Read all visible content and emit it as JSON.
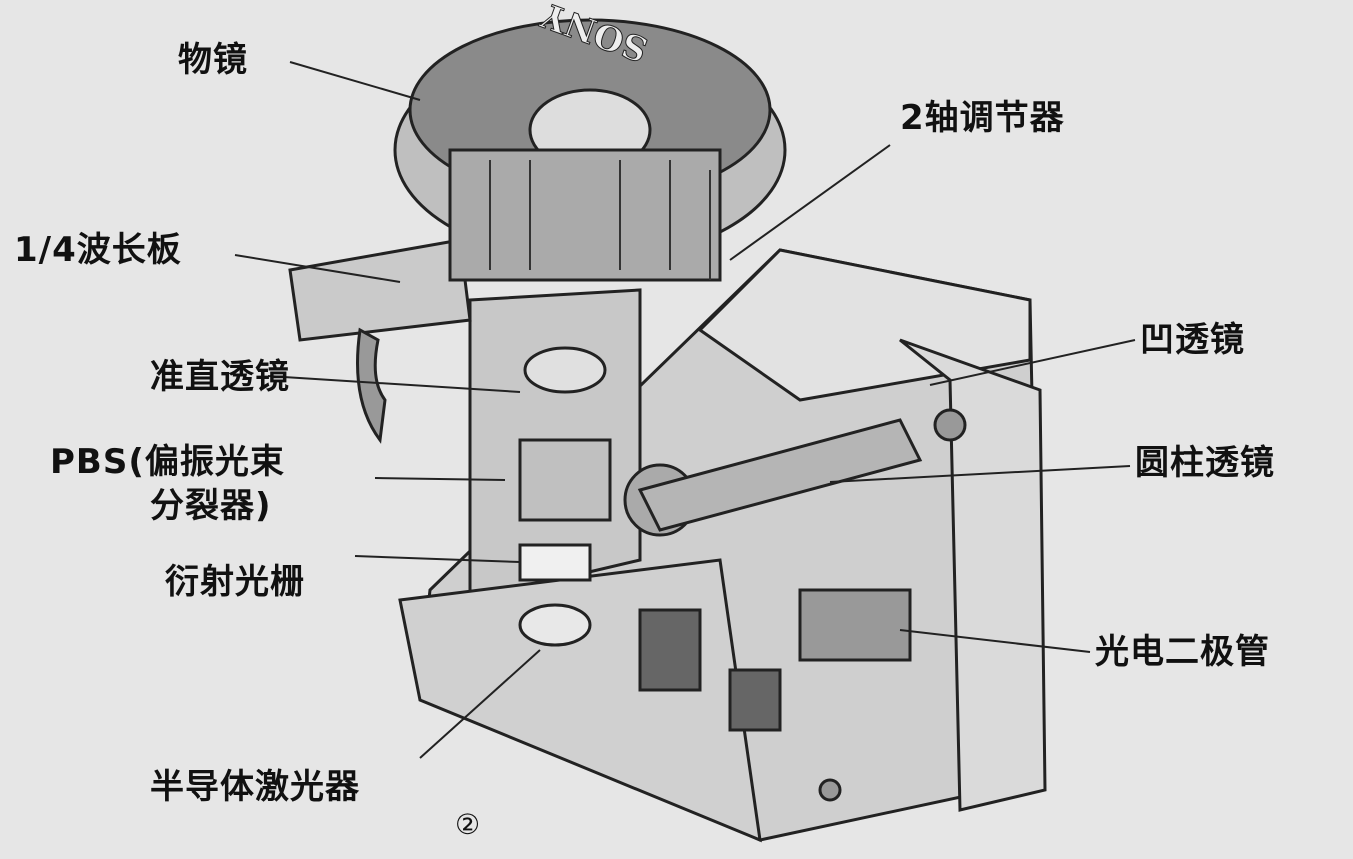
{
  "figure": {
    "brand_on_device": "SONY",
    "figure_number": "②",
    "labels": {
      "objective_lens": "物镜",
      "two_axis_actuator": "2轴调节器",
      "quarter_wave_plate": "1/4波长板",
      "concave_lens": "凹透镜",
      "collimator_lens": "准直透镜",
      "cylindrical_lens": "圆柱透镜",
      "pbs_line1": "PBS(偏振光束",
      "pbs_line2": "分裂器)",
      "diffraction_grating": "衍射光栅",
      "photodiode": "光电二极管",
      "laser_diode": "半导体激光器"
    }
  }
}
